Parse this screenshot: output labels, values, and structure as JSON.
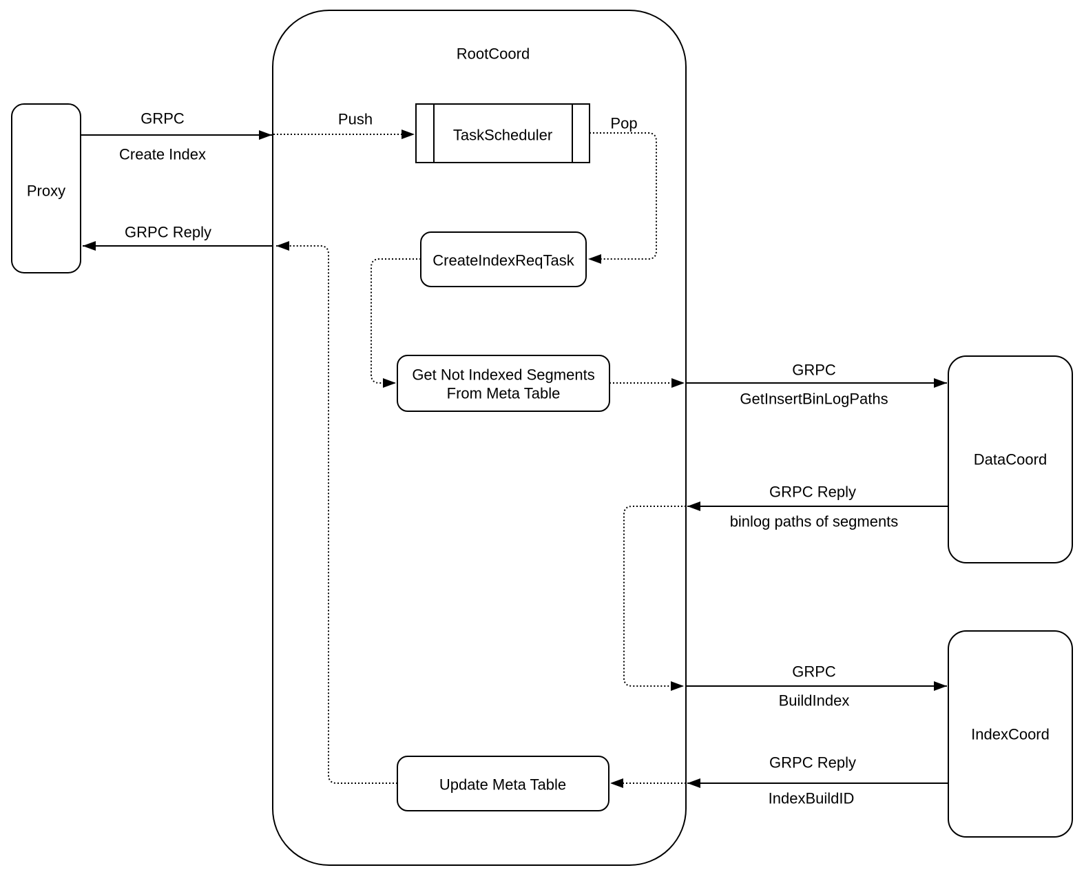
{
  "diagram": {
    "container_title": "RootCoord",
    "nodes": {
      "proxy": {
        "label": "Proxy"
      },
      "task_scheduler": {
        "label": "TaskScheduler"
      },
      "create_index_req_task": {
        "label": "CreateIndexReqTask"
      },
      "get_not_indexed_segments": {
        "label_line1": "Get Not Indexed Segments",
        "label_line2": "From Meta Table"
      },
      "update_meta_table": {
        "label": "Update Meta Table"
      },
      "data_coord": {
        "label": "DataCoord"
      },
      "index_coord": {
        "label": "IndexCoord"
      }
    },
    "edges": {
      "create_index": {
        "label_line1": "GRPC",
        "label_line2": "Create Index"
      },
      "push": {
        "label": "Push"
      },
      "pop": {
        "label": "Pop"
      },
      "grpc_reply_to_proxy": {
        "label": "GRPC Reply"
      },
      "get_insert_binlog_paths": {
        "label_line1": "GRPC",
        "label_line2": "GetInsertBinLogPaths"
      },
      "binlog_paths_reply": {
        "label_line1": "GRPC Reply",
        "label_line2": "binlog paths of segments"
      },
      "build_index": {
        "label_line1": "GRPC",
        "label_line2": "BuildIndex"
      },
      "index_build_id_reply": {
        "label_line1": "GRPC Reply",
        "label_line2": "IndexBuildID"
      }
    },
    "colors": {
      "stroke": "#000000",
      "background": "#ffffff"
    }
  }
}
